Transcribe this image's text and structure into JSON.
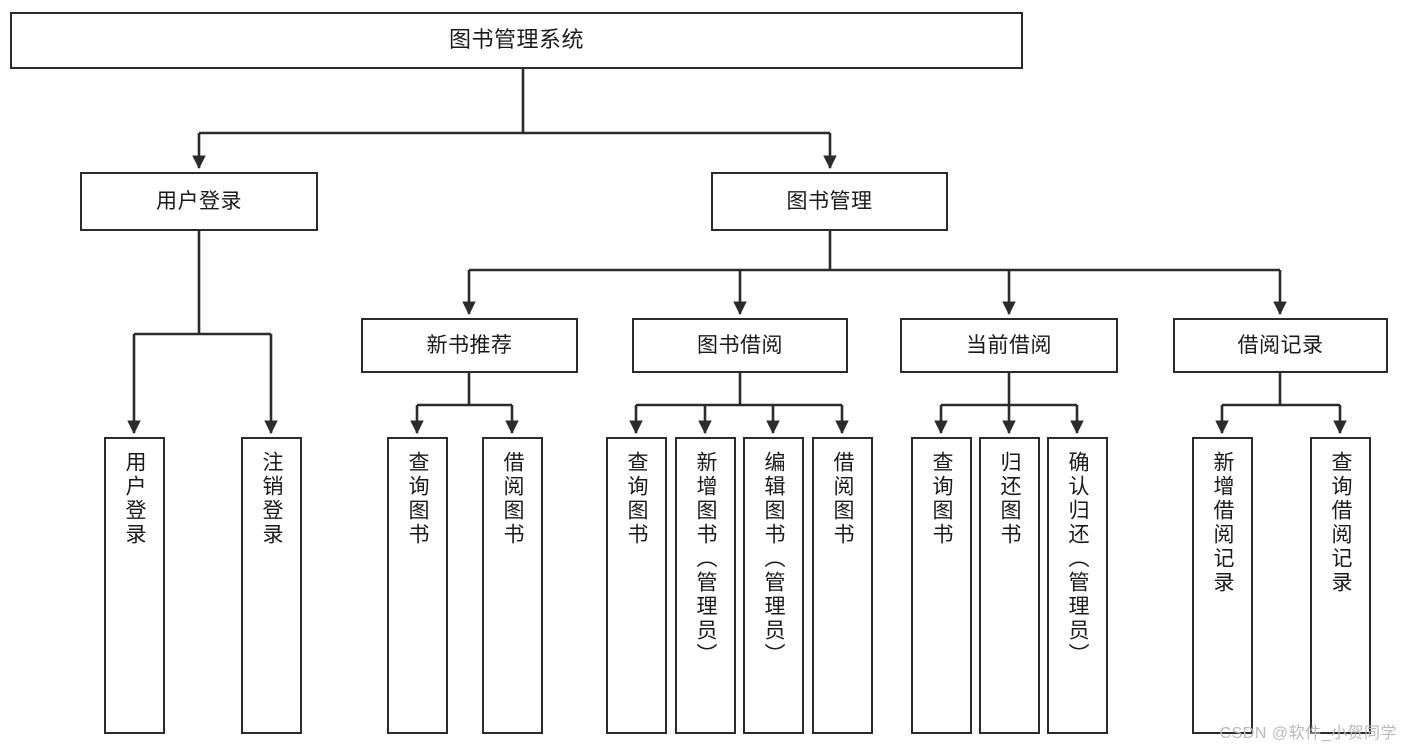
{
  "diagram": {
    "type": "tree",
    "title": "图书管理系统",
    "watermark": "CSDN @软件_小贺同学",
    "colors": {
      "box_border": "#2b2b2b",
      "box_fill": "#ffffff",
      "connector": "#2b2b2b",
      "text": "#1a1a1a",
      "watermark": "#b9b9b9"
    },
    "nodes": {
      "root": {
        "label": "图书管理系统"
      },
      "level1": [
        {
          "id": "user-login",
          "label": "用户登录"
        },
        {
          "id": "book-manage",
          "label": "图书管理"
        }
      ],
      "level2": [
        {
          "id": "new-book-recommend",
          "label": "新书推荐"
        },
        {
          "id": "book-borrow",
          "label": "图书借阅"
        },
        {
          "id": "current-borrow",
          "label": "当前借阅"
        },
        {
          "id": "borrow-record",
          "label": "借阅记录"
        }
      ],
      "leaves": {
        "user-login": [
          {
            "id": "leaf-user-login",
            "label": "用户登录"
          },
          {
            "id": "leaf-user-logout",
            "label": "注销登录"
          }
        ],
        "new-book-recommend": [
          {
            "id": "leaf-query-book-1",
            "label": "查询图书"
          },
          {
            "id": "leaf-borrow-book-1",
            "label": "借阅图书"
          }
        ],
        "book-borrow": [
          {
            "id": "leaf-query-book-2",
            "label": "查询图书"
          },
          {
            "id": "leaf-add-book",
            "label": "新增图书（管理员）"
          },
          {
            "id": "leaf-edit-book",
            "label": "编辑图书（管理员）"
          },
          {
            "id": "leaf-borrow-book-2",
            "label": "借阅图书"
          }
        ],
        "current-borrow": [
          {
            "id": "leaf-query-book-3",
            "label": "查询图书"
          },
          {
            "id": "leaf-return-book",
            "label": "归还图书"
          },
          {
            "id": "leaf-confirm-return",
            "label": "确认归还（管理员）"
          }
        ],
        "borrow-record": [
          {
            "id": "leaf-add-record",
            "label": "新增借阅记录"
          },
          {
            "id": "leaf-query-record",
            "label": "查询借阅记录"
          }
        ]
      }
    }
  }
}
